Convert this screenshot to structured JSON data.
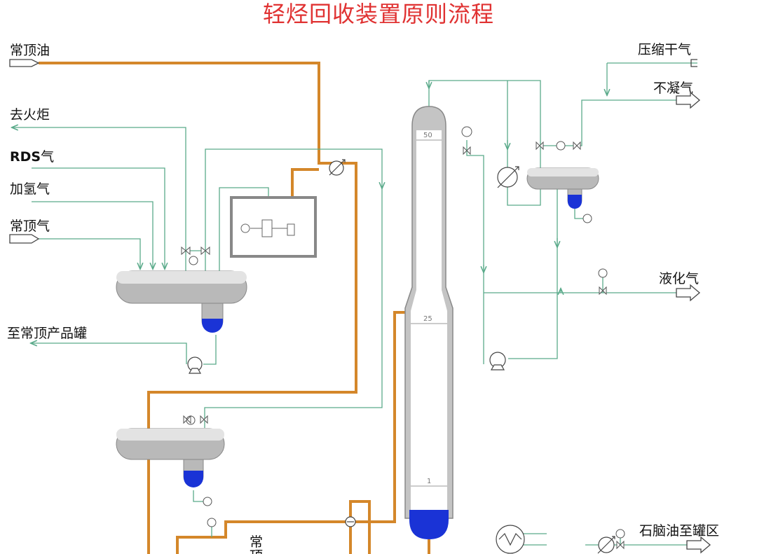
{
  "title": "轻烃回收装置原则流程",
  "streams": {
    "atm_top_oil": "常顶油",
    "to_flare": "去火炬",
    "rds_gas_prefix": "RDS",
    "rds_gas_suffix": "气",
    "hydrogenation_gas": "加氢气",
    "atm_top_gas": "常顶气",
    "to_product_tank": "至常顶产品罐",
    "compressed_dry_gas": "压缩干气",
    "non_condensable_gas": "不凝气",
    "lpg": "液化气",
    "naphtha_to_tank": "石脑油至罐区",
    "bottom_label_1": "常",
    "bottom_label_2": "顶"
  },
  "column_trays": [
    "50",
    "25",
    "1"
  ],
  "colors": {
    "title": "#e03232",
    "oil_line": "#d4872a",
    "gas_line": "#5aaa8a",
    "liquid": "#1a33d6",
    "vessel": "#b9b9b9"
  }
}
